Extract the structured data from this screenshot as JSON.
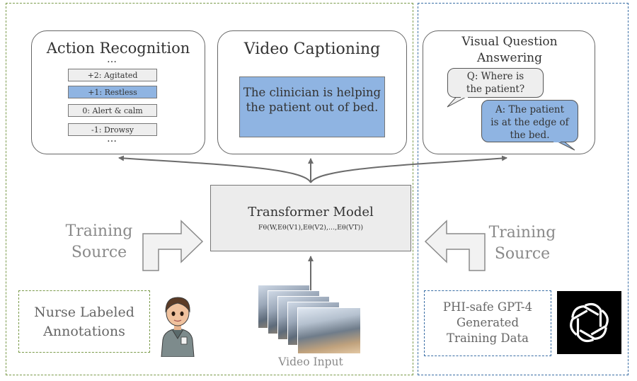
{
  "action_recognition": {
    "title": "Action Recognition",
    "items": [
      "+2: Agitated",
      "+1: Restless",
      "0: Alert & calm",
      "-1: Drowsy"
    ],
    "selected_index": 1,
    "ellipsis": "…"
  },
  "video_captioning": {
    "title": "Video Captioning",
    "caption": "The clinician is helping the patient out of bed."
  },
  "vqa": {
    "title": "Visual Question Answering",
    "question": "Q: Where is the patient?",
    "answer": "A: The patient is at the edge of the bed."
  },
  "transformer": {
    "title": "Transformer Model",
    "formula": "Fθ(W,Eθ(V1),Eθ(V2),...,Eθ(VT))"
  },
  "training_source_left": "Training Source",
  "training_source_right": "Training Source",
  "nurse_annotations": "Nurse Labeled Annotations",
  "gpt_data": "PHI-safe GPT-4 Generated Training Data",
  "video_input": "Video Input",
  "colors": {
    "selected_fill": "#8fb4e2",
    "left_region_border": "#7a9a4a",
    "right_region_border": "#3a6ea5",
    "arrow": "#6b6b6b"
  },
  "icons": {
    "nurse": "nurse-icon",
    "openai_logo": "openai-logo-icon"
  }
}
